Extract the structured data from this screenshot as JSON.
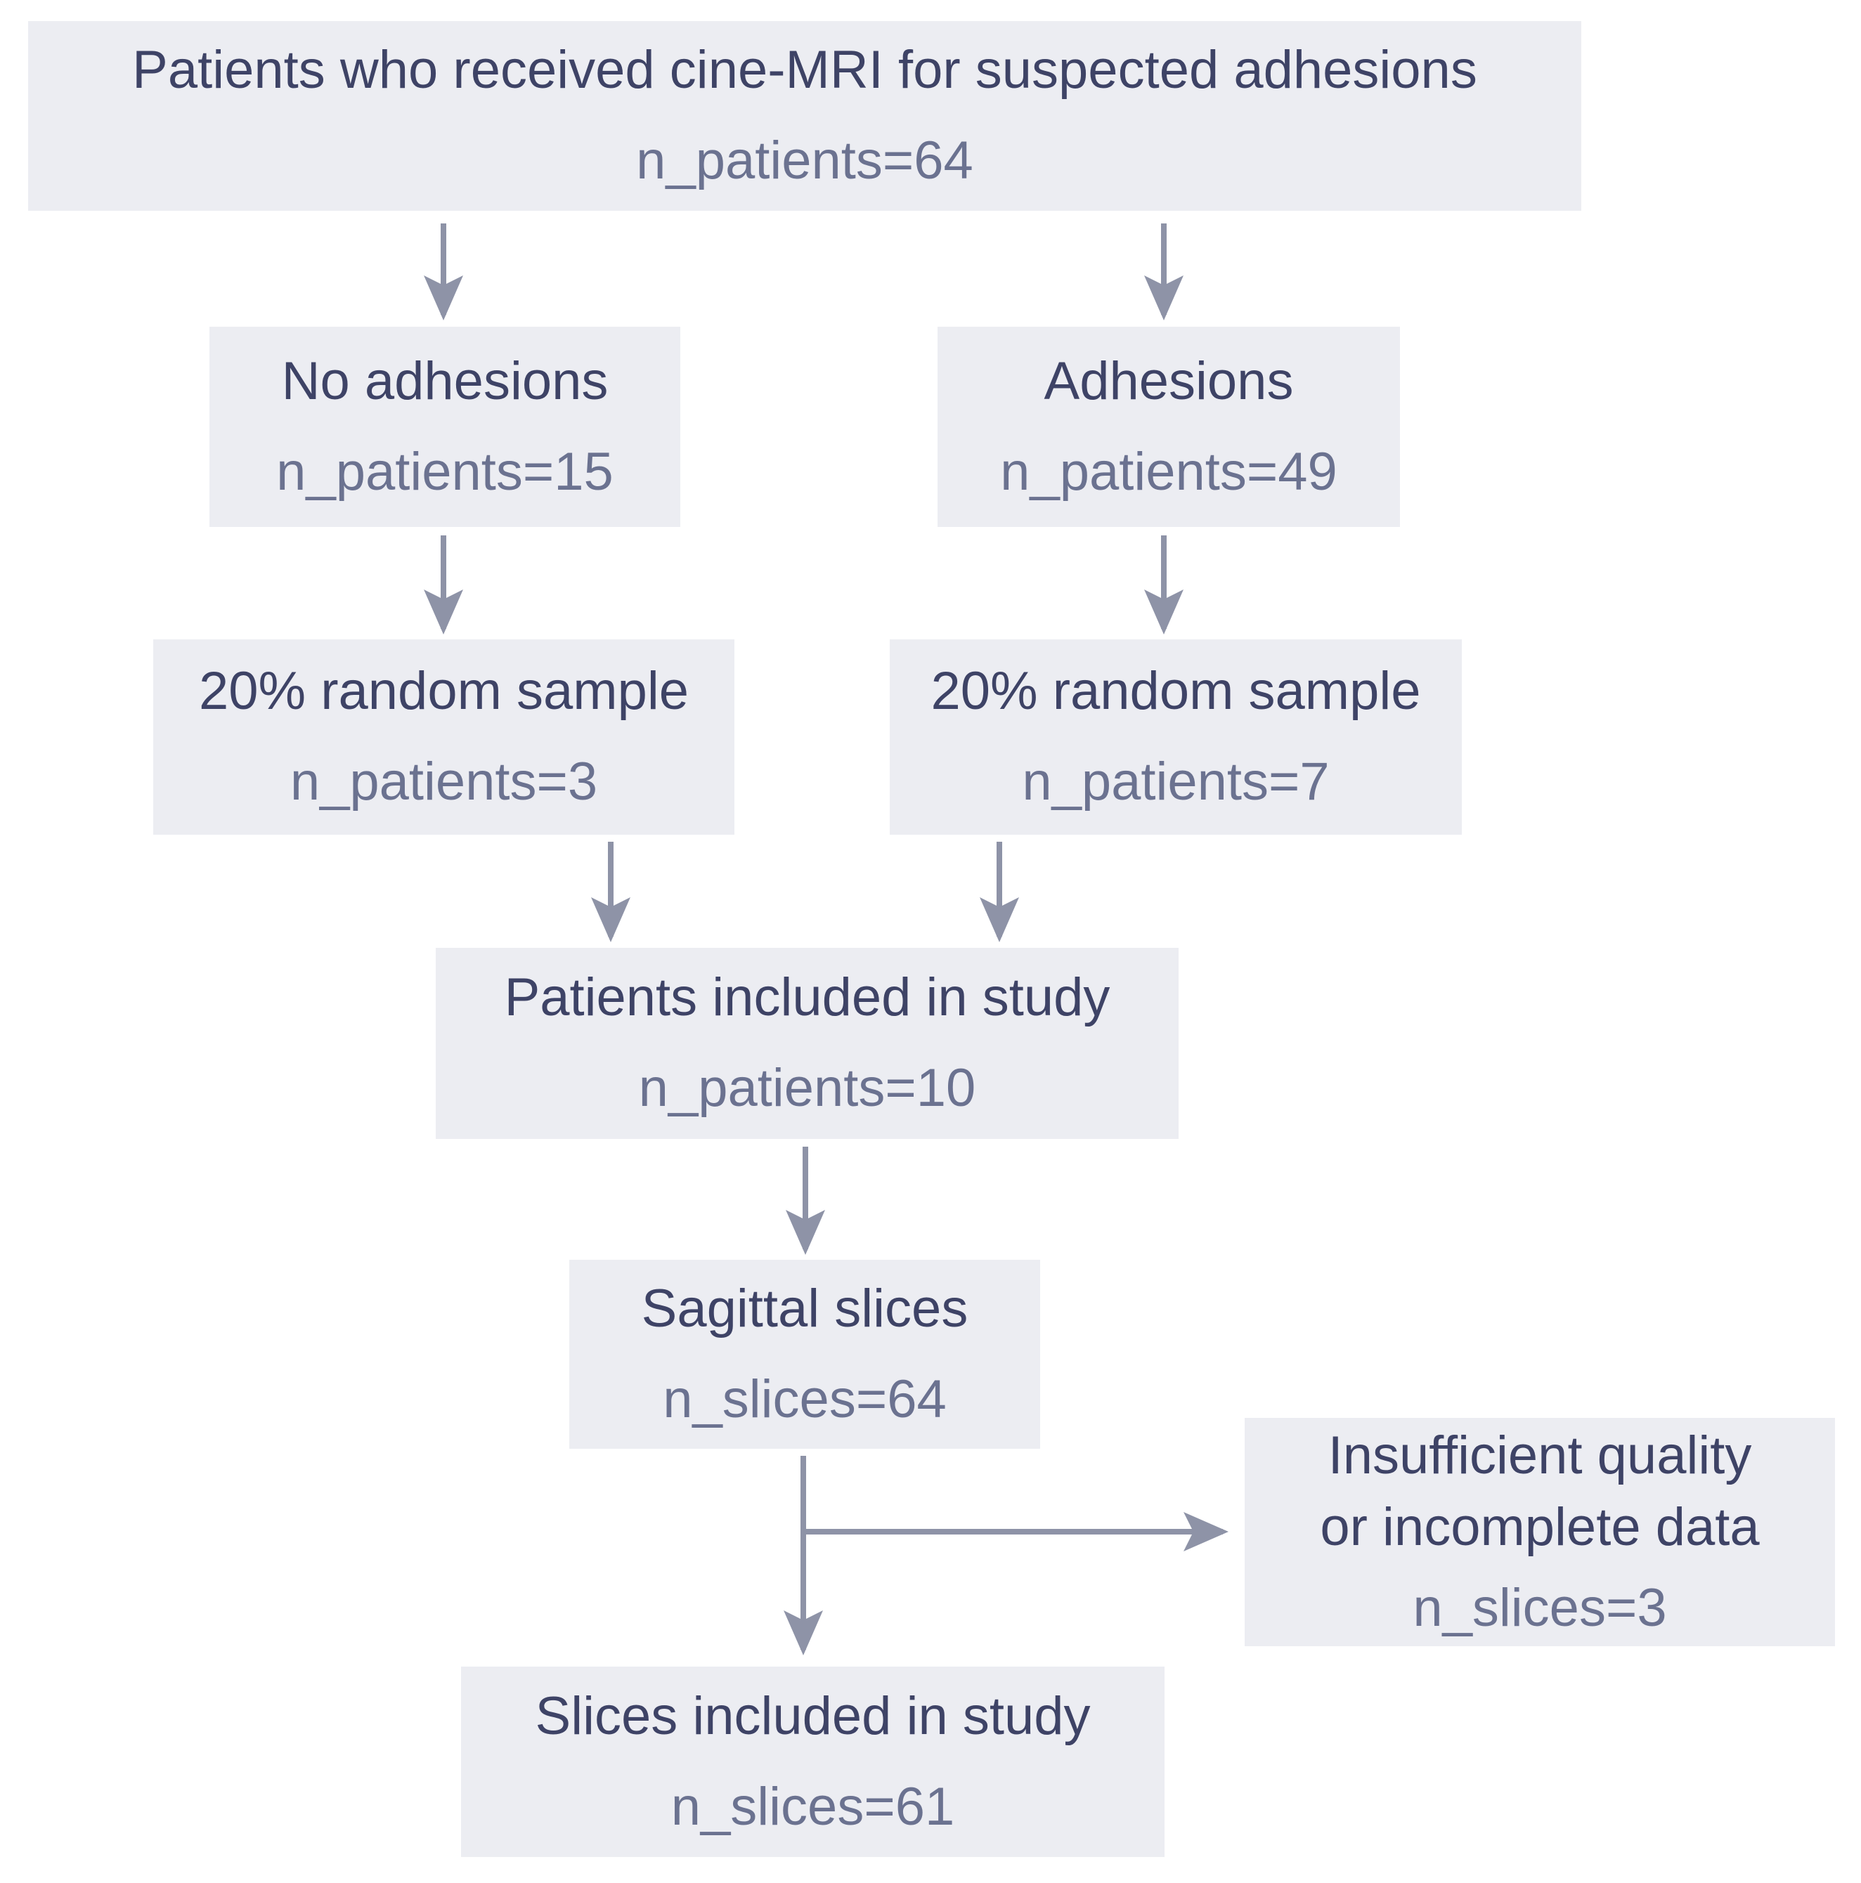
{
  "diagram": {
    "colors": {
      "background": "#ffffff",
      "box_fill": "#ecedf2",
      "label_color": "#3e4366",
      "count_color": "#6b7290",
      "arrow_color": "#8e93a7"
    },
    "nodes": [
      {
        "id": "received",
        "label": "Patients who received cine-MRI for suspected adhesions",
        "count": "n_patients=64"
      },
      {
        "id": "no-adhesions",
        "label": "No adhesions",
        "count": "n_patients=15"
      },
      {
        "id": "adhesions",
        "label": "Adhesions",
        "count": "n_patients=49"
      },
      {
        "id": "sample-no-adhesions",
        "label": "20% random sample",
        "count": "n_patients=3"
      },
      {
        "id": "sample-adhesions",
        "label": "20% random sample",
        "count": "n_patients=7"
      },
      {
        "id": "patients-included",
        "label": "Patients included in study",
        "count": "n_patients=10"
      },
      {
        "id": "sagittal-slices",
        "label": "Sagittal slices",
        "count": "n_slices=64"
      },
      {
        "id": "insufficient",
        "label": "Insufficient quality\nor incomplete data",
        "count": "n_slices=3"
      },
      {
        "id": "slices-included",
        "label": "Slices included in study",
        "count": "n_slices=61"
      }
    ],
    "edges": [
      {
        "from": "received",
        "to": "no-adhesions"
      },
      {
        "from": "received",
        "to": "adhesions"
      },
      {
        "from": "no-adhesions",
        "to": "sample-no-adhesions"
      },
      {
        "from": "adhesions",
        "to": "sample-adhesions"
      },
      {
        "from": "sample-no-adhesions",
        "to": "patients-included"
      },
      {
        "from": "sample-adhesions",
        "to": "patients-included"
      },
      {
        "from": "patients-included",
        "to": "sagittal-slices"
      },
      {
        "from": "sagittal-slices",
        "to": "slices-included"
      },
      {
        "from": "sagittal-slices",
        "to": "insufficient"
      }
    ]
  }
}
